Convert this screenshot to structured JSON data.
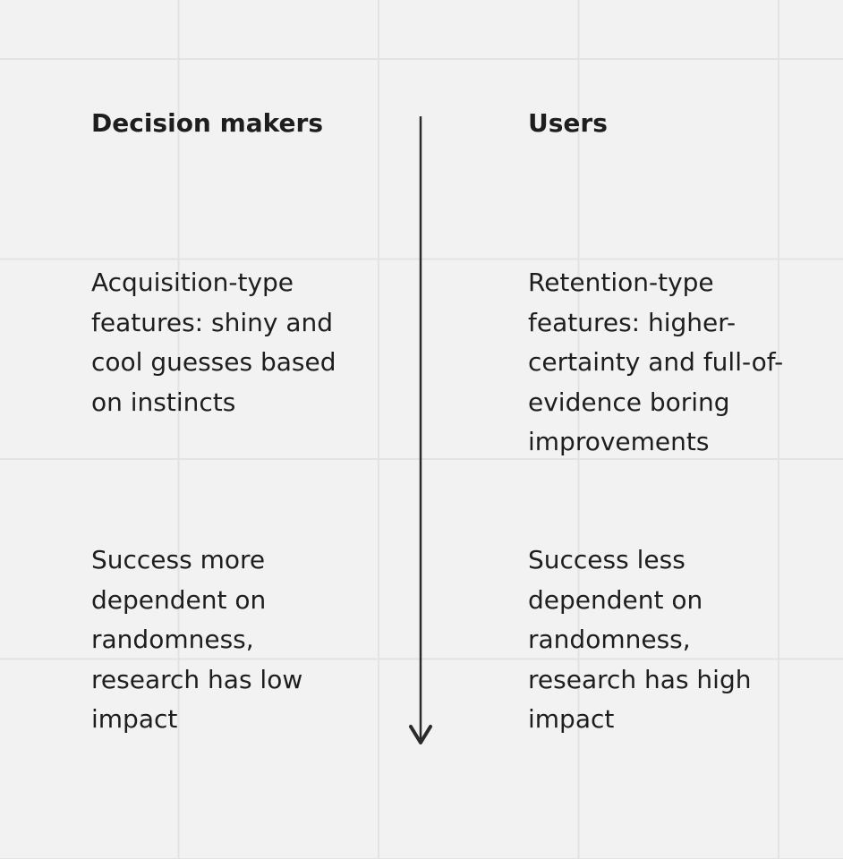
{
  "columns": {
    "left": {
      "heading": "Decision makers",
      "items": [
        "Acquisition-type features: shiny and cool guesses based on instincts",
        "Success more dependent on randomness, research has low impact"
      ]
    },
    "right": {
      "heading": "Users",
      "items": [
        "Retention-type features: higher-certainty and full-of-evidence boring improvements",
        "Success less dependent on randomness, research has high impact"
      ]
    }
  },
  "colors": {
    "background": "#f2f2f2",
    "grid": "#e3e3e3",
    "text": "#1e1e1e",
    "arrow": "#2b2b2b"
  },
  "icons": {
    "divider": "down-arrow-icon"
  }
}
